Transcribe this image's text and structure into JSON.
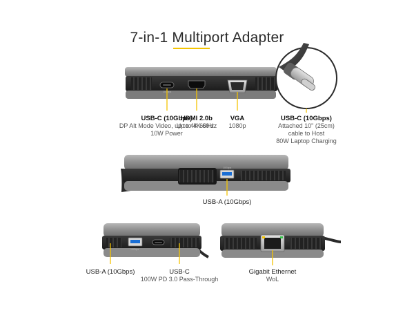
{
  "title": {
    "part1": "7-in-1 ",
    "part2": "Multiport",
    "part3": " Adapter"
  },
  "accent_color": "#f4c400",
  "device_color": "#8e8e8e",
  "port_labels": {
    "usbc_10g": {
      "heading": "USB-C (10Gbps)",
      "line1": "DP Alt Mode Video, up to 4K 60Hz",
      "line2": "10W Power"
    },
    "hdmi": {
      "heading": "HDMI 2.0b",
      "line1": "Up to 4K 60Hz"
    },
    "vga": {
      "heading": "VGA",
      "line1": "1080p"
    },
    "usbc_host": {
      "heading": "USB-C (10Gbps)",
      "line1": "Attached 10\" (25cm)",
      "line2": "cable to Host",
      "line3": "80W Laptop Charging"
    },
    "usba_center": {
      "heading": "USB-A (10Gbps)"
    },
    "usba_left": {
      "heading": "USB-A (10Gbps)"
    },
    "usbc_pd": {
      "heading": "USB-C",
      "line1": "100W PD 3.0 Pass-Through"
    },
    "ethernet": {
      "heading": "Gigabit Ethernet",
      "line1": "WoL"
    }
  },
  "port_markings": {
    "usbc_front": "10Gbps",
    "usba_top": "10Gbps",
    "usba_left": "10Gbps"
  },
  "icons": [
    "usb-c-port-icon",
    "hdmi-port-icon",
    "vga-port-icon",
    "usb-a-port-icon",
    "rj45-port-icon",
    "usb-c-cable-icon"
  ]
}
